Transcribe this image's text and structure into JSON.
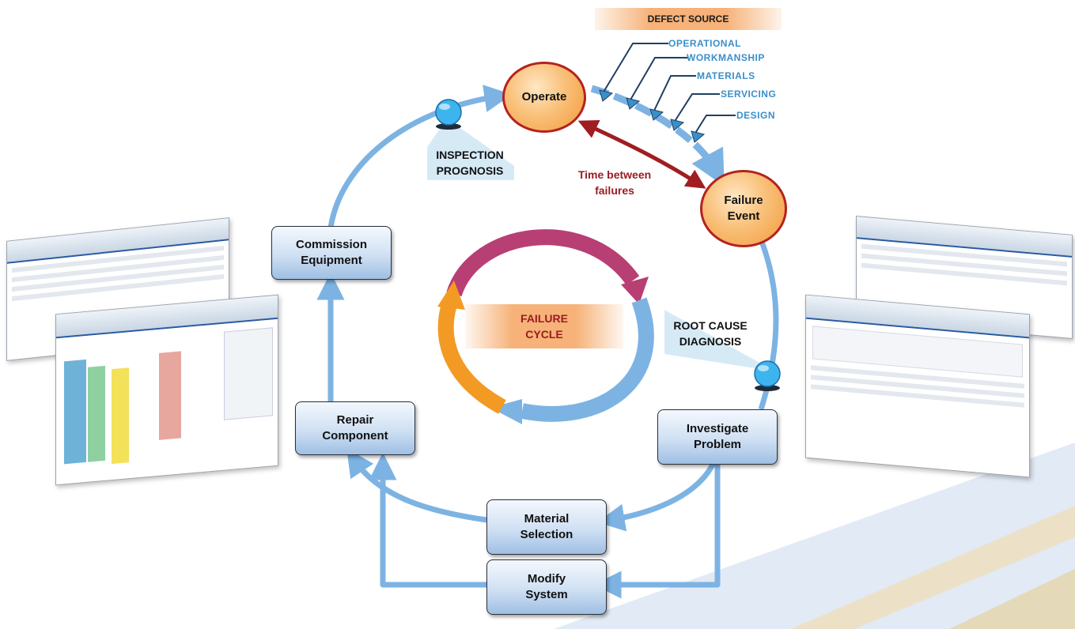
{
  "cycle_nodes": {
    "operate": [
      "Operate"
    ],
    "failure_event": [
      "Failure",
      "Event"
    ],
    "investigate_problem": [
      "Investigate",
      "Problem"
    ],
    "material_selection": [
      "Material",
      "Selection"
    ],
    "modify_system": [
      "Modify",
      "System"
    ],
    "repair_component": [
      "Repair",
      "Component"
    ],
    "commission_equipment": [
      "Commission",
      "Equipment"
    ]
  },
  "center_label": [
    "FAILURE",
    "CYCLE"
  ],
  "inspection_prognosis": [
    "INSPECTION",
    "PROGNOSIS"
  ],
  "root_cause_diagnosis": [
    "ROOT CAUSE",
    "DIAGNOSIS"
  ],
  "time_between_failures": [
    "Time between",
    "failures"
  ],
  "defect_source": {
    "title": "DEFECT SOURCE",
    "items": [
      "OPERATIONAL",
      "WORKMANSHIP",
      "MATERIALS",
      "SERVICING",
      "DESIGN"
    ]
  },
  "colors": {
    "flow_arrow": "#7db3e3",
    "cycle_magenta": "#b83f74",
    "cycle_orange": "#f39a25",
    "cycle_blue": "#7db3e3",
    "failure_arrow": "#a01d22",
    "defect_text": "#3a8fc9"
  }
}
